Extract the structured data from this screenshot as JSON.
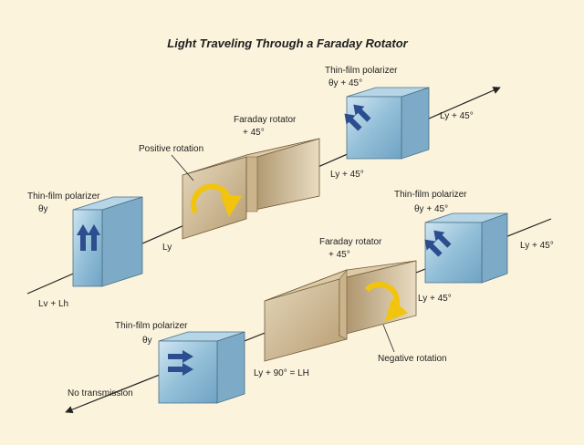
{
  "title": "Light Traveling Through a Faraday Rotator",
  "labels": {
    "tf_polarizer_top": "Thin-film polarizer",
    "tf_theta_top": "θy + 45°",
    "out_top_right": "Ly + 45°",
    "faraday_top": "Faraday rotator",
    "faraday_top_sub": "+ 45°",
    "positive_rotation": "Positive rotation",
    "ly_mid": "Ly + 45°",
    "tf_polarizer_left": "Thin-film polarizer",
    "theta_left": "θy",
    "ly_left": "Ly",
    "input_left": "Lv + Lh",
    "tf_polarizer_right": "Thin-film polarizer",
    "tf_theta_right": "θy + 45°",
    "out_right": "Ly + 45°",
    "faraday_bottom": "Faraday rotator",
    "faraday_bottom_sub": "+ 45°",
    "ly_right_low": "Ly + 45°",
    "tf_polarizer_bottom": "Thin-film polarizer",
    "theta_bottom": "θy",
    "lh_eq": "Ly + 90° = LH",
    "negative_rotation": "Negative rotation",
    "no_transmission": "No transmission"
  },
  "colors": {
    "background": "#fbf3dc",
    "polarizer_face": "#9ec6dd",
    "rotator_face": "#c9b490",
    "polarization_arrow": "#2c4d8e",
    "rotation_arrow": "#f2c40e"
  }
}
